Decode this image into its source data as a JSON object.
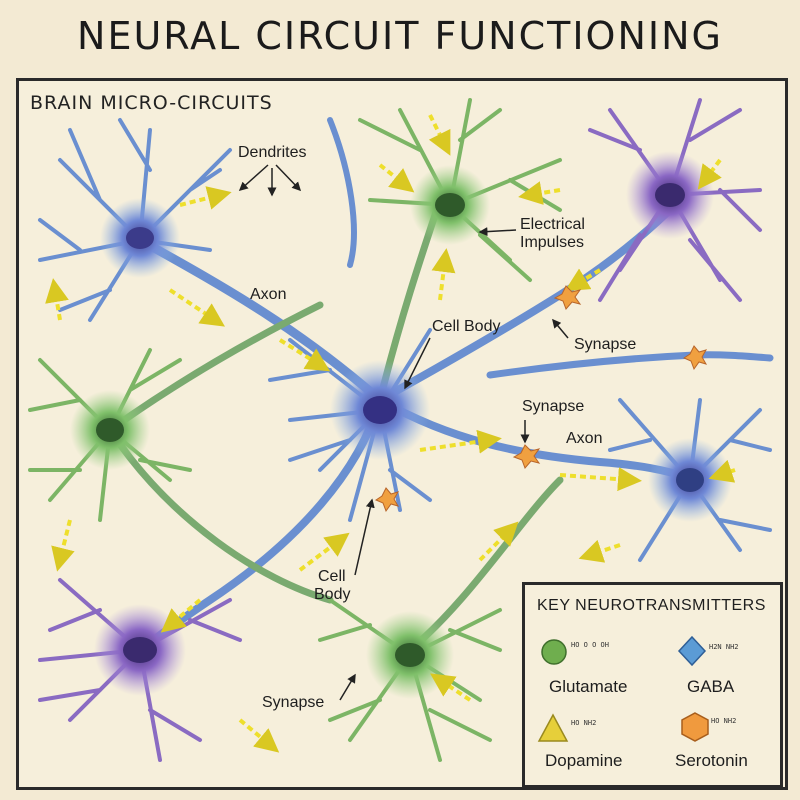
{
  "title": "NEURAL CIRCUIT FUNCTIONING",
  "section_title": "BRAIN MICRO-CIRCUITS",
  "labels": {
    "dendrites": "Dendrites",
    "electrical_impulses_1": "Electrical",
    "electrical_impulses_2": "Impulses",
    "axon_top": "Axon",
    "cell_body_center": "Cell Body",
    "synapse_right": "Synapse",
    "synapse_mid": "Synapse",
    "axon_right": "Axon",
    "cell_body_lower_1": "Cell",
    "cell_body_lower_2": "Body",
    "synapse_bottom": "Synapse"
  },
  "legend": {
    "title": "KEY NEUROTRANSMITTERS",
    "items": [
      {
        "label": "Glutamate",
        "icon": "green-circle-icon",
        "color": "#6fae4e",
        "formula": "HO  O   O  OH"
      },
      {
        "label": "GABA",
        "icon": "blue-diamond-icon",
        "color": "#5b9bd5",
        "formula": "H2N       NH2"
      },
      {
        "label": "Dopamine",
        "icon": "yellow-triangle-icon",
        "color": "#e6cf3a",
        "formula": "HO      NH2"
      },
      {
        "label": "Serotonin",
        "icon": "orange-hexagon-icon",
        "color": "#f09a3e",
        "formula": "HO       NH2"
      }
    ]
  },
  "colors": {
    "blue_neuron": "#6d8fd4",
    "green_neuron": "#7cbf6a",
    "purple_neuron": "#8b6bc0",
    "impulse": "#f2e63a",
    "synapse": "#f0a040"
  }
}
